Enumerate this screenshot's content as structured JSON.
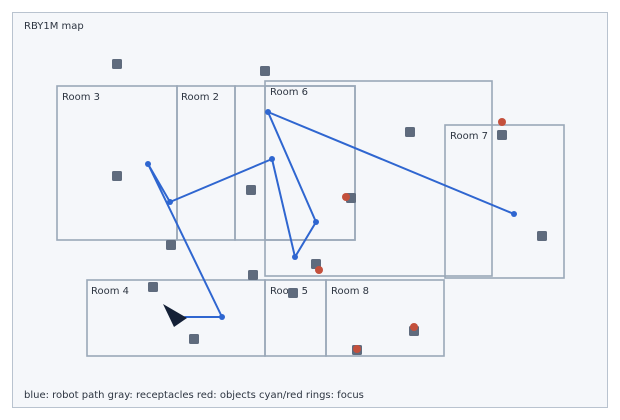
{
  "title": "RBY1M map",
  "legend": "blue: robot path  gray: receptacles  red: objects  cyan/red rings: focus",
  "colors": {
    "room_border": "#9aa8b8",
    "receptacle": "#5f6b7d",
    "object": "#c4503c",
    "robot_path": "#2f66d0",
    "robot": "#142036",
    "panel_bg": "#f5f7fa"
  },
  "rooms": [
    {
      "label": "Room 3"
    },
    {
      "label": "Room 2"
    },
    {
      "label": "Room 6"
    },
    {
      "label": "Room 7"
    },
    {
      "label": "Room 4"
    },
    {
      "label": "Room 5"
    },
    {
      "label": "Room 8"
    }
  ],
  "robot": {
    "icon": "robot-arrow-icon"
  }
}
